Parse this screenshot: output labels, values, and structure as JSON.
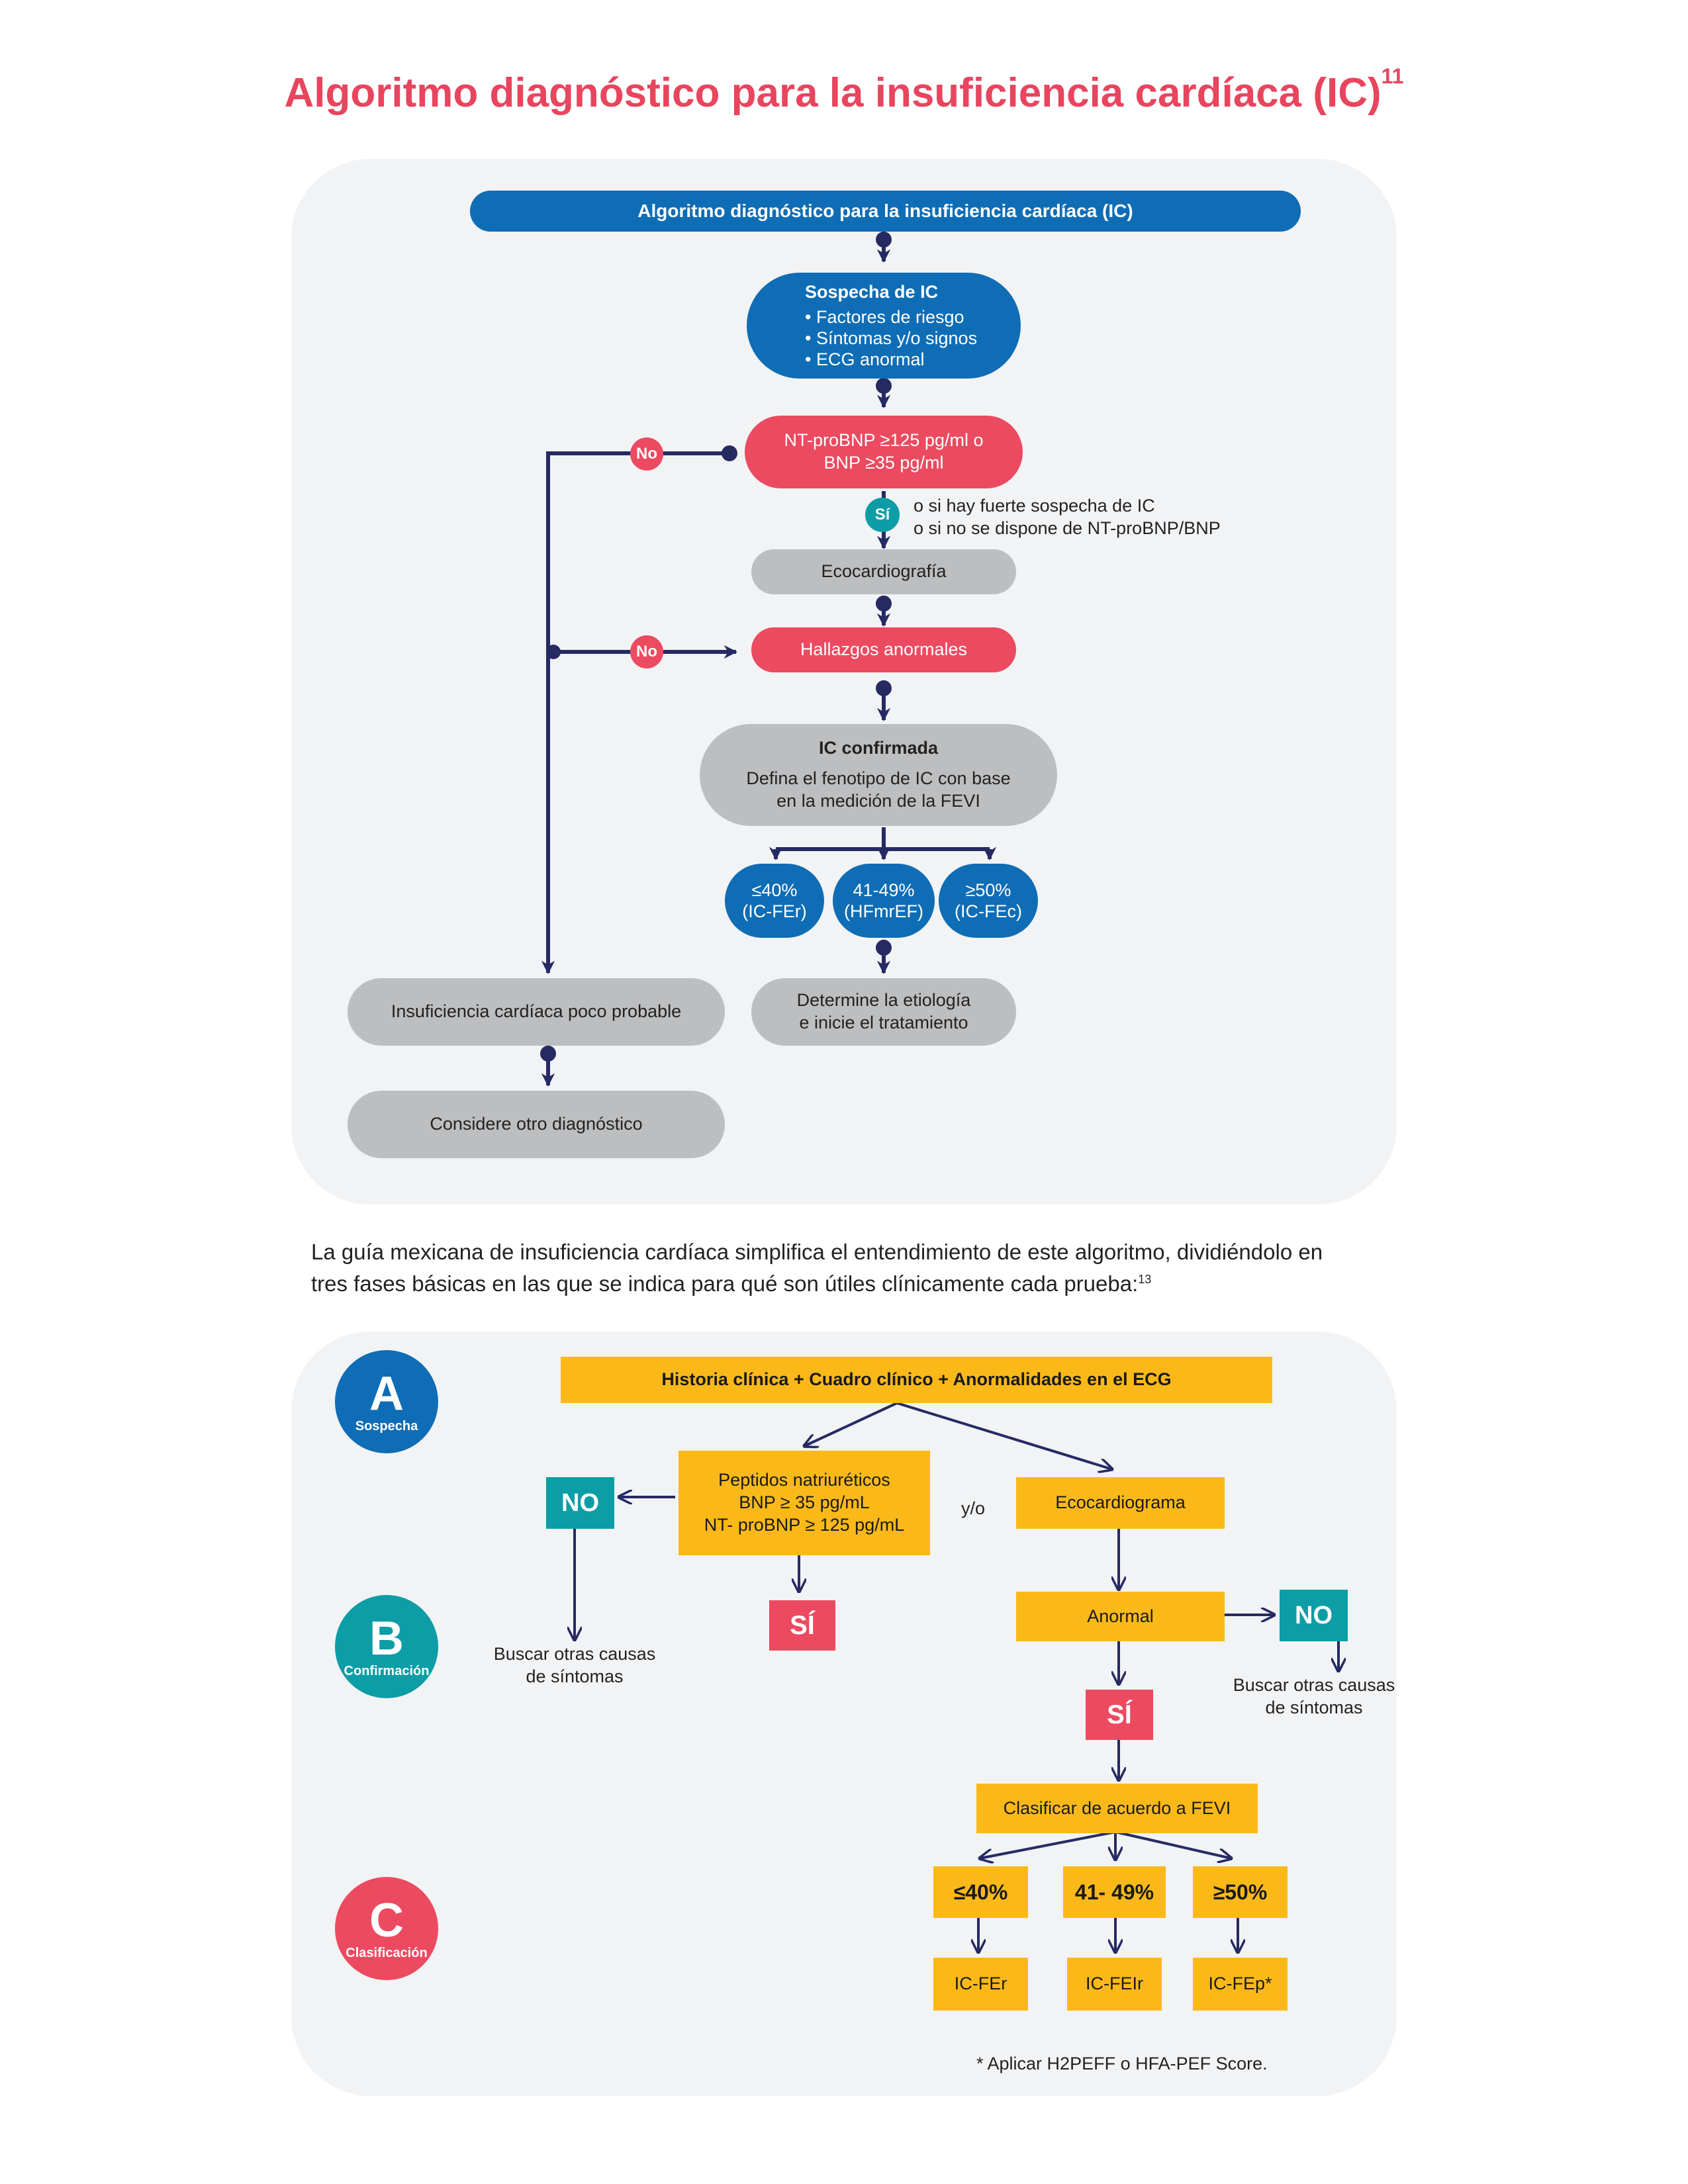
{
  "title": "Algoritmo diagnóstico para la insuficiencia cardíaca (IC)",
  "title_ref": "11",
  "flow1": {
    "header": "Algoritmo diagnóstico para la insuficiencia cardíaca (IC)",
    "suspicion": {
      "title": "Sospecha de IC",
      "items": [
        "• Factores de riesgo",
        "• Síntomas y/o signos",
        "• ECG anormal"
      ]
    },
    "peptides": [
      "NT-proBNP ≥125 pg/ml o",
      "BNP ≥35 pg/ml"
    ],
    "no_label": "No",
    "yes_label": "Sí",
    "yes_note": [
      "o si hay fuerte sospecha de IC",
      "o si no se dispone de NT-proBNP/BNP"
    ],
    "echo": "Ecocardiografía",
    "abnormal": "Hallazgos anormales",
    "confirmed": {
      "title": "IC confirmada",
      "lines": [
        "Defina el fenotipo de IC con base",
        "en la medición de la FEVI"
      ]
    },
    "phenotypes": [
      {
        "range": "≤40%",
        "name": "(IC-FEr)"
      },
      {
        "range": "41-49%",
        "name": "(HFmrEF)"
      },
      {
        "range": "≥50%",
        "name": "(IC-FEc)"
      }
    ],
    "etiology": [
      "Determine la etiología",
      "e inicie el tratamiento"
    ],
    "unlikely": "Insuficiencia cardíaca poco probable",
    "other_dx": "Considere otro diagnóstico"
  },
  "paragraph": {
    "line1": "La guía mexicana de insuficiencia cardíaca simplifica el entendimiento de este algoritmo, dividiéndolo en",
    "line2": "tres fases básicas en las que se indica para qué son útiles clínicamente cada prueba:",
    "ref": "13"
  },
  "flow2": {
    "phases": [
      {
        "letter": "A",
        "label": "Sospecha",
        "color": "#0f6db5"
      },
      {
        "letter": "B",
        "label": "Confirmación",
        "color": "#0c9da6"
      },
      {
        "letter": "C",
        "label": "Clasificación",
        "color": "#ec4a60"
      }
    ],
    "header": "Historia clínica + Cuadro clínico + Anormalidades en el ECG",
    "peptides": [
      "Peptidos natriuréticos",
      "BNP ≥ 35 pg/mL",
      "NT- proBNP ≥ 125 pg/mL"
    ],
    "andor": "y/o",
    "echo": "Ecocardiograma",
    "no": "NO",
    "si": "SÍ",
    "other_causes": [
      "Buscar otras causas",
      "de síntomas"
    ],
    "abnormal": "Anormal",
    "classify": "Clasificar de acuerdo a FEVI",
    "ranges": [
      "≤40%",
      "41- 49%",
      "≥50%"
    ],
    "types": [
      "IC-FEr",
      "IC-FEIr",
      "IC-FEp*"
    ],
    "footnote": "* Aplicar H2PEFF o HFA-PEF Score."
  },
  "colors": {
    "navy": "#262a63",
    "blue": "#0f6db5",
    "red": "#ec4a60",
    "teal": "#0c9da6",
    "yellow": "#fbb919",
    "grey": "#bdbec0",
    "panel": "#f2f3f5"
  }
}
